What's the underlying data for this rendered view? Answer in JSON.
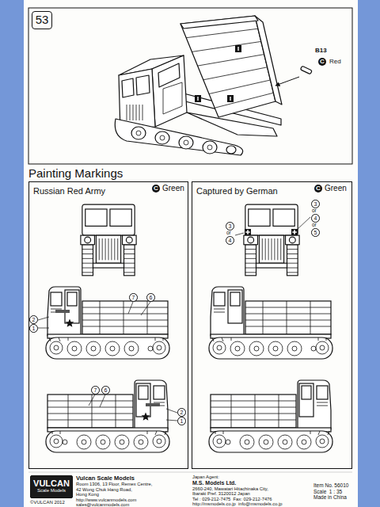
{
  "diagram": {
    "title": "Painting Markings",
    "nodes": [
      {
        "text": [
          "53"
        ]
      },
      {
        "text": [
          "Russian Red Army"
        ]
      },
      {
        "text": [
          "Captured by German"
        ]
      },
      {
        "text": [
          "VULCAN",
          "Scale Models"
        ]
      }
    ],
    "labels": [
      "B13",
      "C",
      "Red",
      "C",
      "Green",
      "C",
      "Green",
      "7",
      "6",
      "2",
      "1",
      "7",
      "6",
      "2",
      "1",
      "3",
      "or",
      "4",
      "or",
      "5",
      "3",
      "or",
      "4",
      "©VULCAN 2012",
      "Vulcan Scale Models",
      "Room 1306, 13 Floor, Remex Centre,",
      "42 Wong Chuk Hang Road,",
      "Hong Kong",
      "http://www.vulcanmodels.com",
      "sales@vulcanmodels.com",
      "Japan Agent:",
      "M.S. Models Ltd.",
      "2660-240, Mawatari Hitachinaka City,",
      "Ibaraki Pref. 3120012 Japan",
      "Tel : 029-212-7475  Fax: 029-212-7476",
      "http://msmodels.co.jp  info@msmodels.co.jp",
      "Item No. 56010",
      "Scale  1 : 35",
      "Made in China"
    ]
  }
}
